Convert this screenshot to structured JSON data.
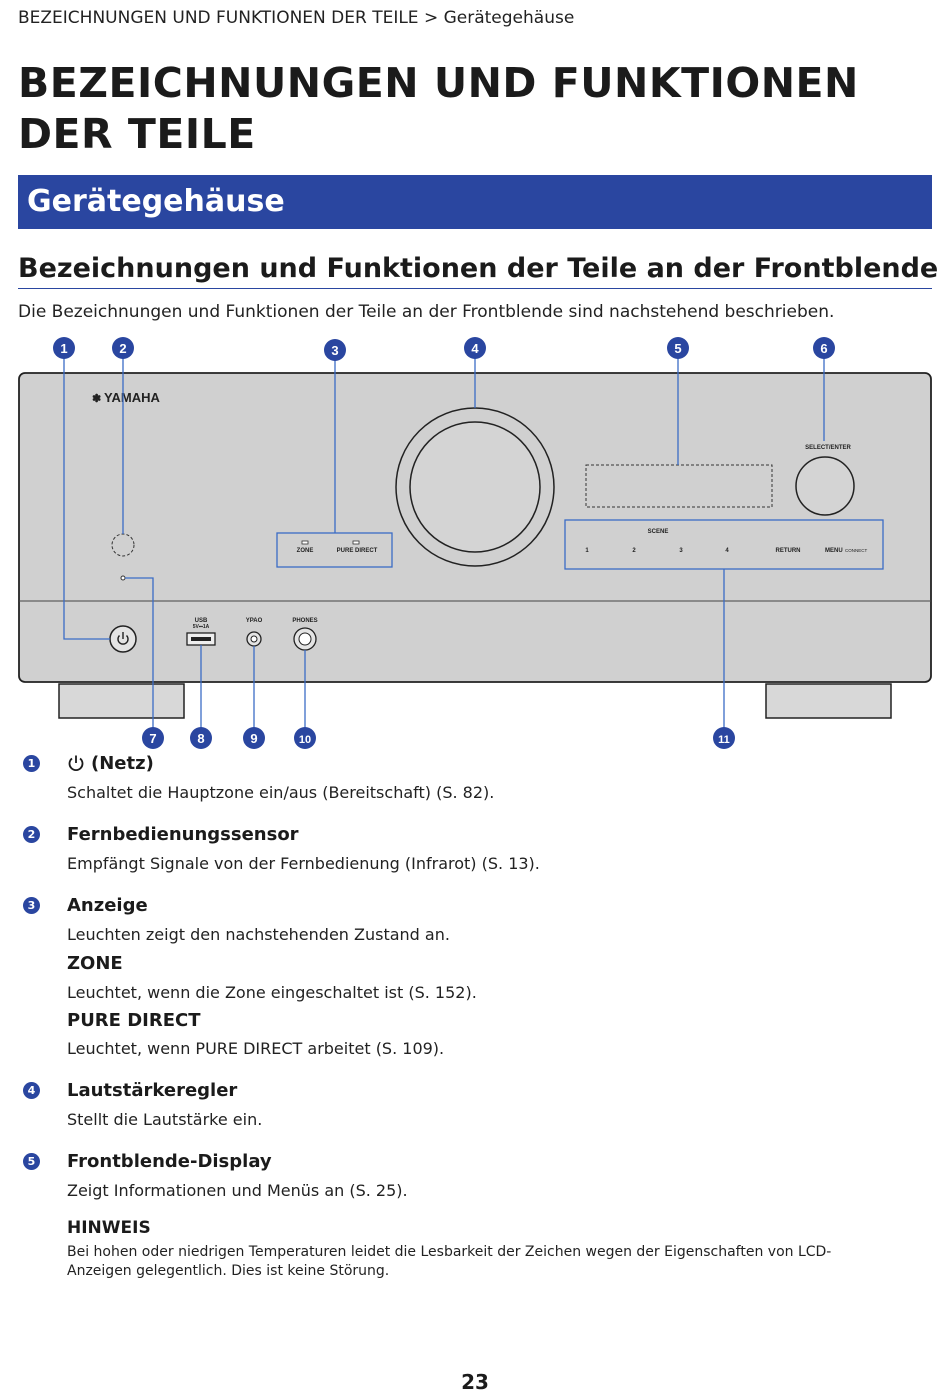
{
  "breadcrumb": "BEZEICHNUNGEN UND FUNKTIONEN DER TEILE > Gerätegehäuse",
  "page_title": "BEZEICHNUNGEN UND FUNKTIONEN DER TEILE",
  "section_title": "Gerätegehäuse",
  "subsection_title": "Bezeichnungen und Funktionen der Teile an der Frontblende",
  "intro": "Die Bezeichnungen und Funktionen der Teile an der Frontblende sind nachstehend beschrieben.",
  "accent_color": "#2a46a0",
  "figure": {
    "brand": "YAMAHA",
    "callouts": [
      "1",
      "2",
      "3",
      "4",
      "5",
      "6",
      "7",
      "8",
      "9",
      "10",
      "11"
    ],
    "labels": {
      "zone": "ZONE",
      "pure_direct": "PURE DIRECT",
      "select_enter": "SELECT/ENTER",
      "scene": "SCENE",
      "scene_1": "1",
      "scene_2": "2",
      "scene_3": "3",
      "scene_4": "4",
      "return": "RETURN",
      "menu": "MENU",
      "connect": "CONNECT",
      "usb": "USB",
      "usb_rating": "5V⎓1A",
      "ypao": "YPAO",
      "phones": "PHONES"
    }
  },
  "items": [
    {
      "num": "1",
      "title": "(Netz)",
      "icon": "power-icon",
      "desc": "Schaltet die Hauptzone ein/aus (Bereitschaft) (S. 82)."
    },
    {
      "num": "2",
      "title": "Fernbedienungssensor",
      "desc": "Empfängt Signale von der Fernbedienung (Infrarot) (S. 13)."
    },
    {
      "num": "3",
      "title": "Anzeige",
      "desc": "Leuchten zeigt den nachstehenden Zustand an.",
      "subitems": [
        {
          "title": "ZONE",
          "desc": "Leuchtet, wenn die Zone eingeschaltet ist (S. 152)."
        },
        {
          "title": "PURE DIRECT",
          "desc": "Leuchtet, wenn PURE DIRECT arbeitet (S. 109)."
        }
      ]
    },
    {
      "num": "4",
      "title": "Lautstärkeregler",
      "desc": "Stellt die Lautstärke ein."
    },
    {
      "num": "5",
      "title": "Frontblende-Display",
      "desc": "Zeigt Informationen und Menüs an (S. 25)."
    }
  ],
  "note": {
    "title": "HINWEIS",
    "text": "Bei hohen oder niedrigen Temperaturen leidet die Lesbarkeit der Zeichen wegen der Eigenschaften von LCD-Anzeigen gelegentlich. Dies ist keine Störung."
  },
  "page_number": "23"
}
